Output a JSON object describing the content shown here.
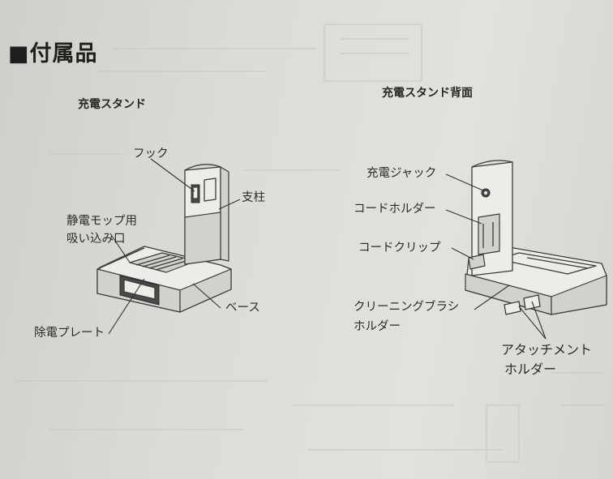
{
  "section": {
    "title": "■付属品"
  },
  "stand": {
    "title": "充電スタンド",
    "labels": {
      "hook": "フック",
      "pillar": "支柱",
      "mop_port_line1": "静電モップ用",
      "mop_port_line2": "吸い込み口",
      "discharge_plate": "除電プレート",
      "base": "ベース"
    }
  },
  "back": {
    "title": "充電スタンド背面",
    "labels": {
      "jack": "充電ジャック",
      "cord_holder": "コードホルダー",
      "cord_clip": "コードクリップ",
      "brush_holder_line1": "クリーニングブラシ",
      "brush_holder_line2": "ホルダー",
      "attach_holder_line1": "アタッチメント",
      "attach_holder_line2": "ホルダー"
    }
  }
}
